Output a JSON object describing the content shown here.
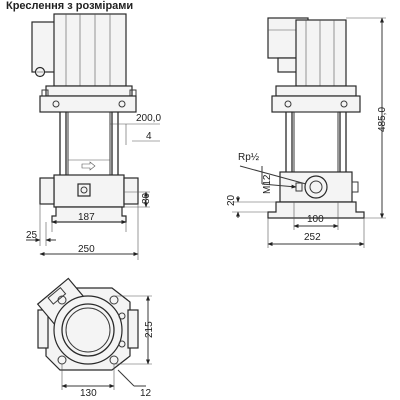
{
  "header": {
    "title": "Креслення з розмірами"
  },
  "dimensions": {
    "d200": "200,0",
    "d4": "4",
    "d80": "80",
    "d187": "187",
    "d25": "25",
    "d250": "250",
    "d485": "485,0",
    "rp": "Rp½",
    "m12": "M12",
    "d20": "20",
    "d100": "100",
    "d252": "252",
    "d215": "215",
    "d130": "130",
    "d12": "12"
  }
}
